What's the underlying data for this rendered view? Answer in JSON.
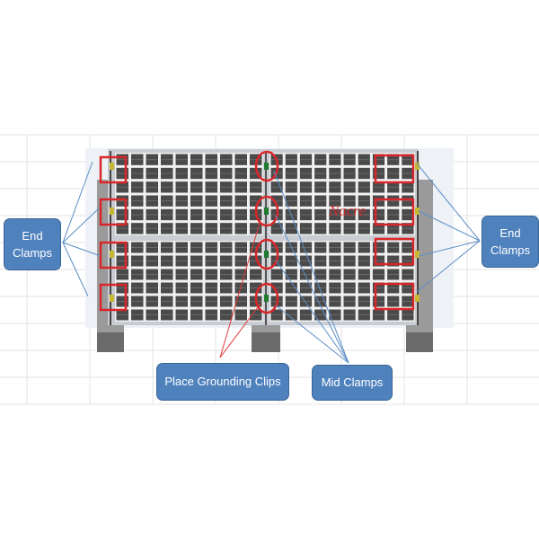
{
  "labels": {
    "end_clamps_left": "End Clamps",
    "end_clamps_right": "End Clamps",
    "grounding": "Place Grounding Clips",
    "mid_clamps": "Mid Clamps"
  },
  "watermark": "Nacre",
  "colors": {
    "callout": "#4f81bd",
    "highlight": "#d9262a",
    "leader_blue": "#5b8fc7",
    "leader_red": "#e03a3a",
    "cell": "#4a4a4a"
  },
  "panel_grid": {
    "columns": 10,
    "rows": 6,
    "panels": 4
  }
}
